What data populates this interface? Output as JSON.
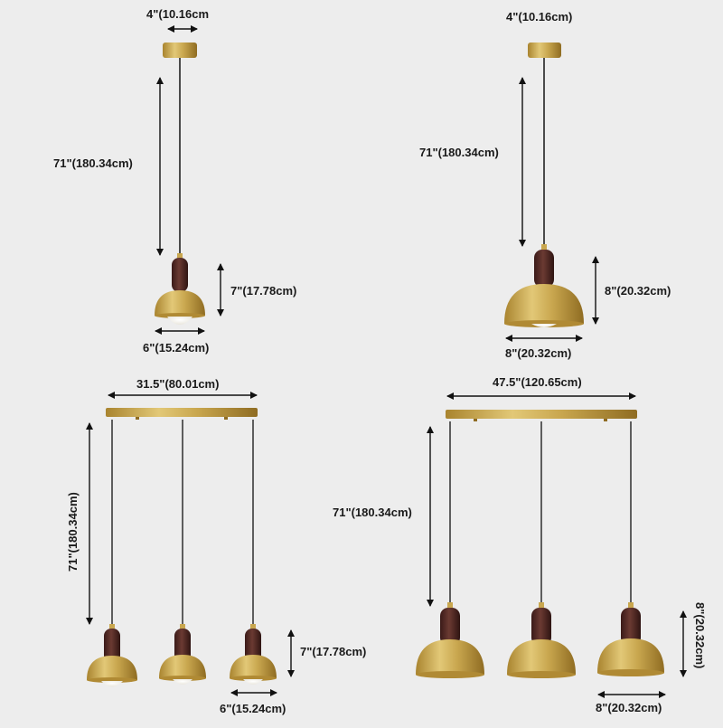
{
  "colors": {
    "background": "#ededed",
    "brass": "#c9a74f",
    "walnut": "#4a2220",
    "cord": "#222222",
    "arrow": "#111111"
  },
  "single_small": {
    "canopy_width": "4\"(10.16cm",
    "cord_length": "71\"(180.34cm)",
    "shade_height": "7\"(17.78cm)",
    "shade_width": "6\"(15.24cm)"
  },
  "single_large": {
    "canopy_width": "4\"(10.16cm)",
    "cord_length": "71\"(180.34cm)",
    "shade_height": "8\"(20.32cm)",
    "shade_width": "8\"(20.32cm)"
  },
  "triple_small": {
    "bar_width": "31.5\"(80.01cm)",
    "cord_length": "71\"(180.34cm)",
    "shade_height": "7\"(17.78cm)",
    "shade_width": "6\"(15.24cm)"
  },
  "triple_large": {
    "bar_width": "47.5\"(120.65cm)",
    "cord_length": "71\"(180.34cm)",
    "shade_height": "8\"(20.32cm)",
    "shade_width": "8\"(20.32cm)"
  }
}
